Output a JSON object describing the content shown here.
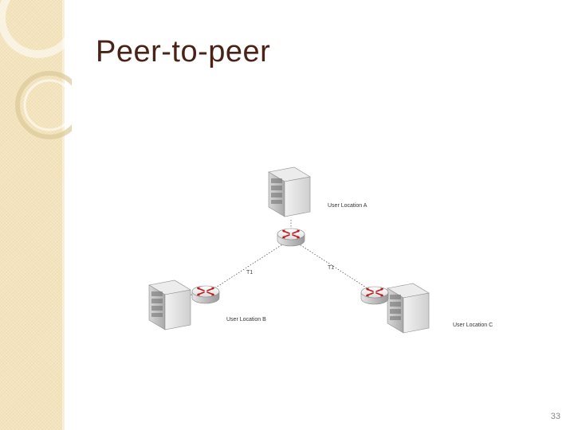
{
  "slide": {
    "title": "Peer-to-peer",
    "page_number": "33"
  },
  "diagram": {
    "locations": [
      {
        "id": "A",
        "label": "User Location A"
      },
      {
        "id": "B",
        "label": "User Location B"
      },
      {
        "id": "C",
        "label": "User Location C"
      }
    ],
    "links": [
      {
        "from": "A",
        "to": "B",
        "label": "T1"
      },
      {
        "from": "A",
        "to": "C",
        "label": "T1"
      }
    ]
  },
  "colors": {
    "title": "#4a2316",
    "band": "#f4e4bd",
    "router_arrows": "#c0191b"
  }
}
